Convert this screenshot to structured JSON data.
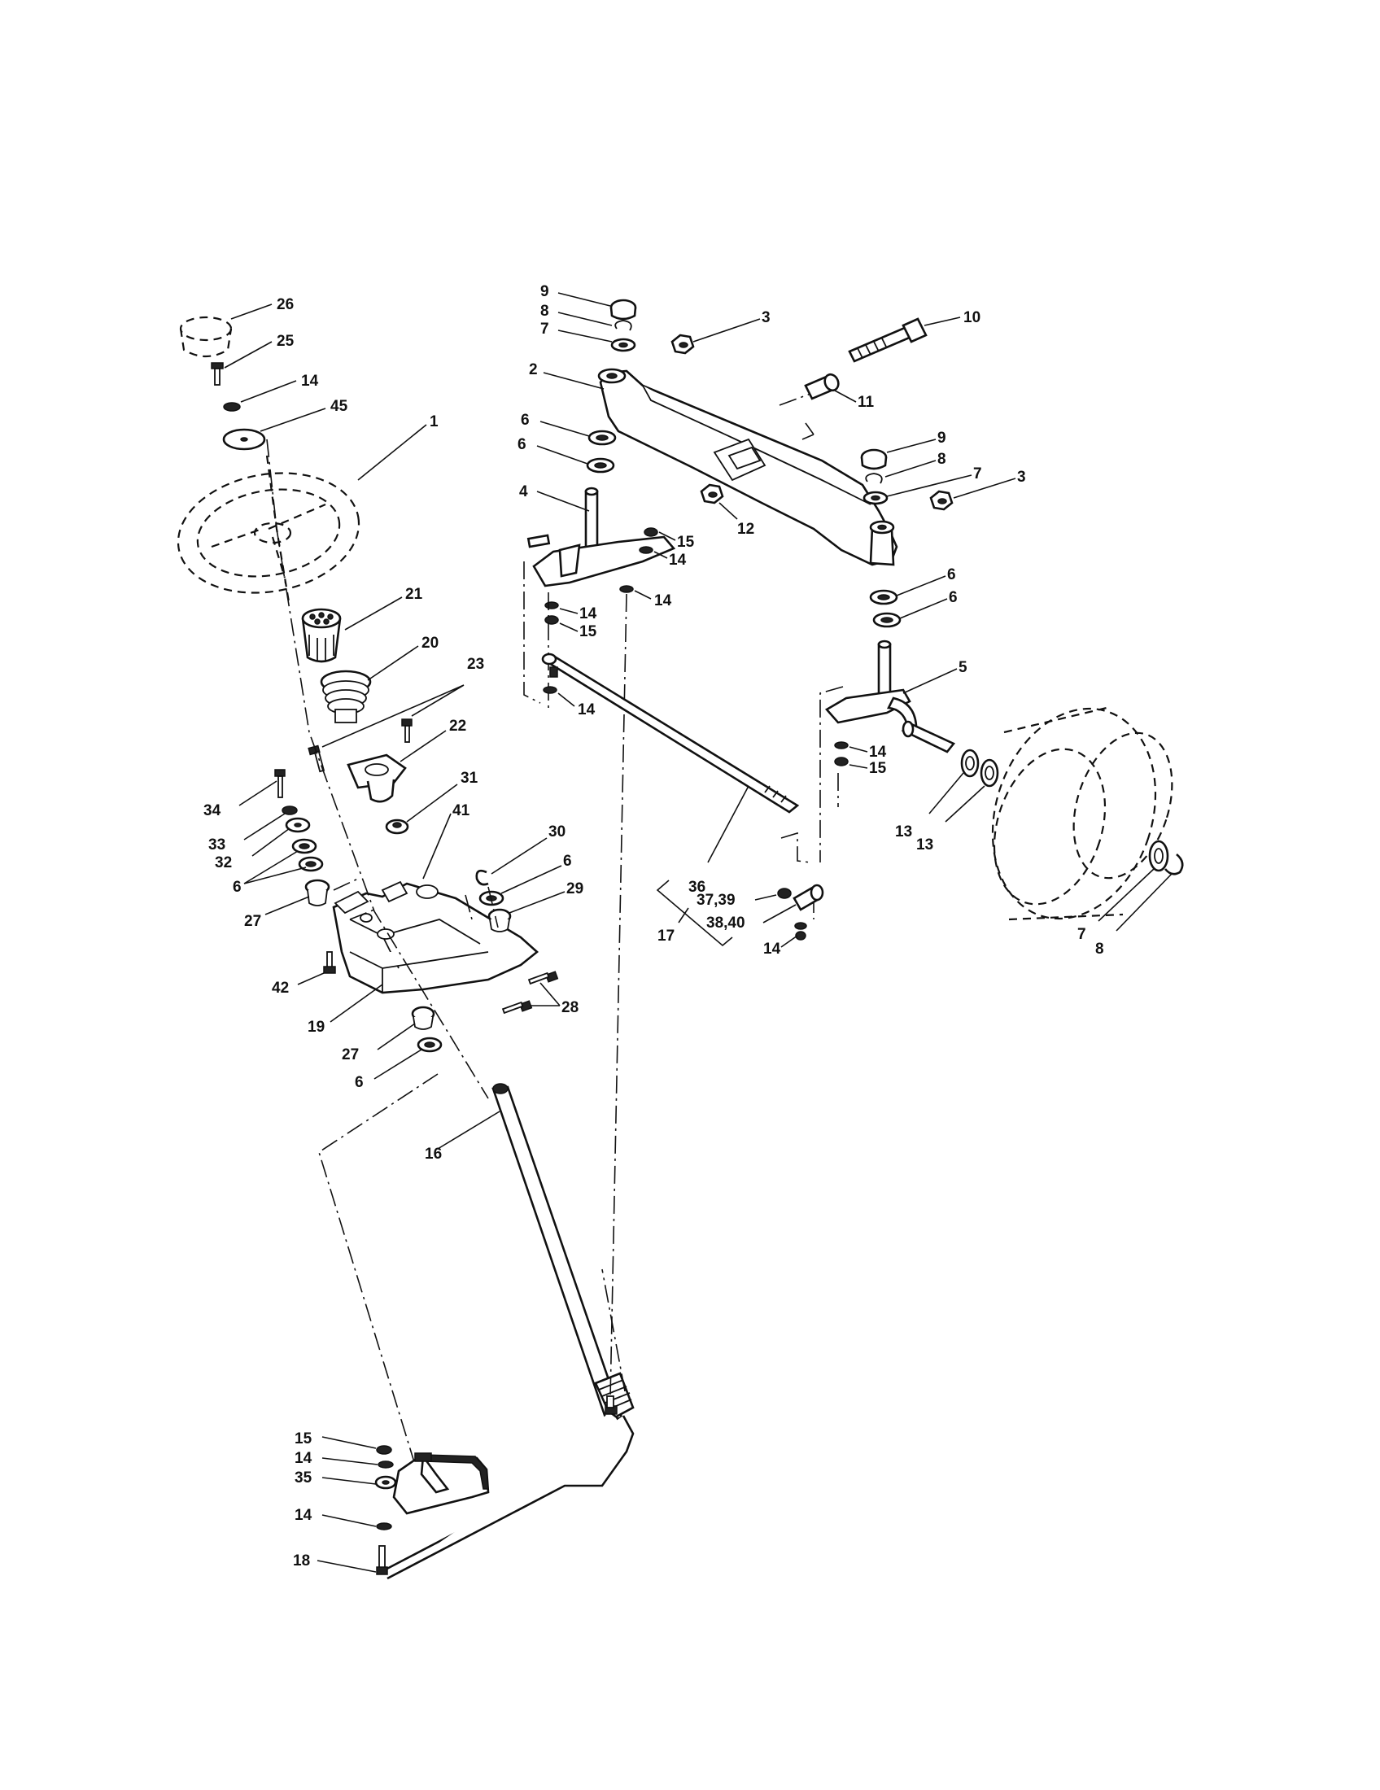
{
  "diagram": {
    "labels": {
      "l26": "26",
      "l25": "25",
      "l14a": "14",
      "l45": "45",
      "l1": "1",
      "l21": "21",
      "l20": "20",
      "l23": "23",
      "l22": "22",
      "l34": "34",
      "l31": "31",
      "l41": "41",
      "l33": "33",
      "l32": "32",
      "l6a": "6",
      "l27a": "27",
      "l42": "42",
      "l19": "19",
      "l28": "28",
      "l27b": "27",
      "l6b": "6",
      "l30": "30",
      "l6c": "6",
      "l29": "29",
      "l16": "16",
      "l15a": "15",
      "l14b": "14",
      "l35": "35",
      "l14c": "14",
      "l18": "18",
      "l9a": "9",
      "l8a": "8",
      "l7a": "7",
      "l3a": "3",
      "l10": "10",
      "l2": "2",
      "l11": "11",
      "l6d": "6",
      "l6e": "6",
      "l9b": "9",
      "l8b": "8",
      "l7b": "7",
      "l3b": "3",
      "l4": "4",
      "l12": "12",
      "l15b": "15",
      "l14d": "14",
      "l14e": "14",
      "l14f": "14",
      "l15c": "15",
      "l14g": "14",
      "l6f": "6",
      "l6g": "6",
      "l5": "5",
      "l14h": "14",
      "l15d": "15",
      "l13a": "13",
      "l13b": "13",
      "l36": "36",
      "l3739": "37,39",
      "l3840": "38,40",
      "l17": "17",
      "l14i": "14",
      "l7c": "7",
      "l8c": "8"
    }
  }
}
